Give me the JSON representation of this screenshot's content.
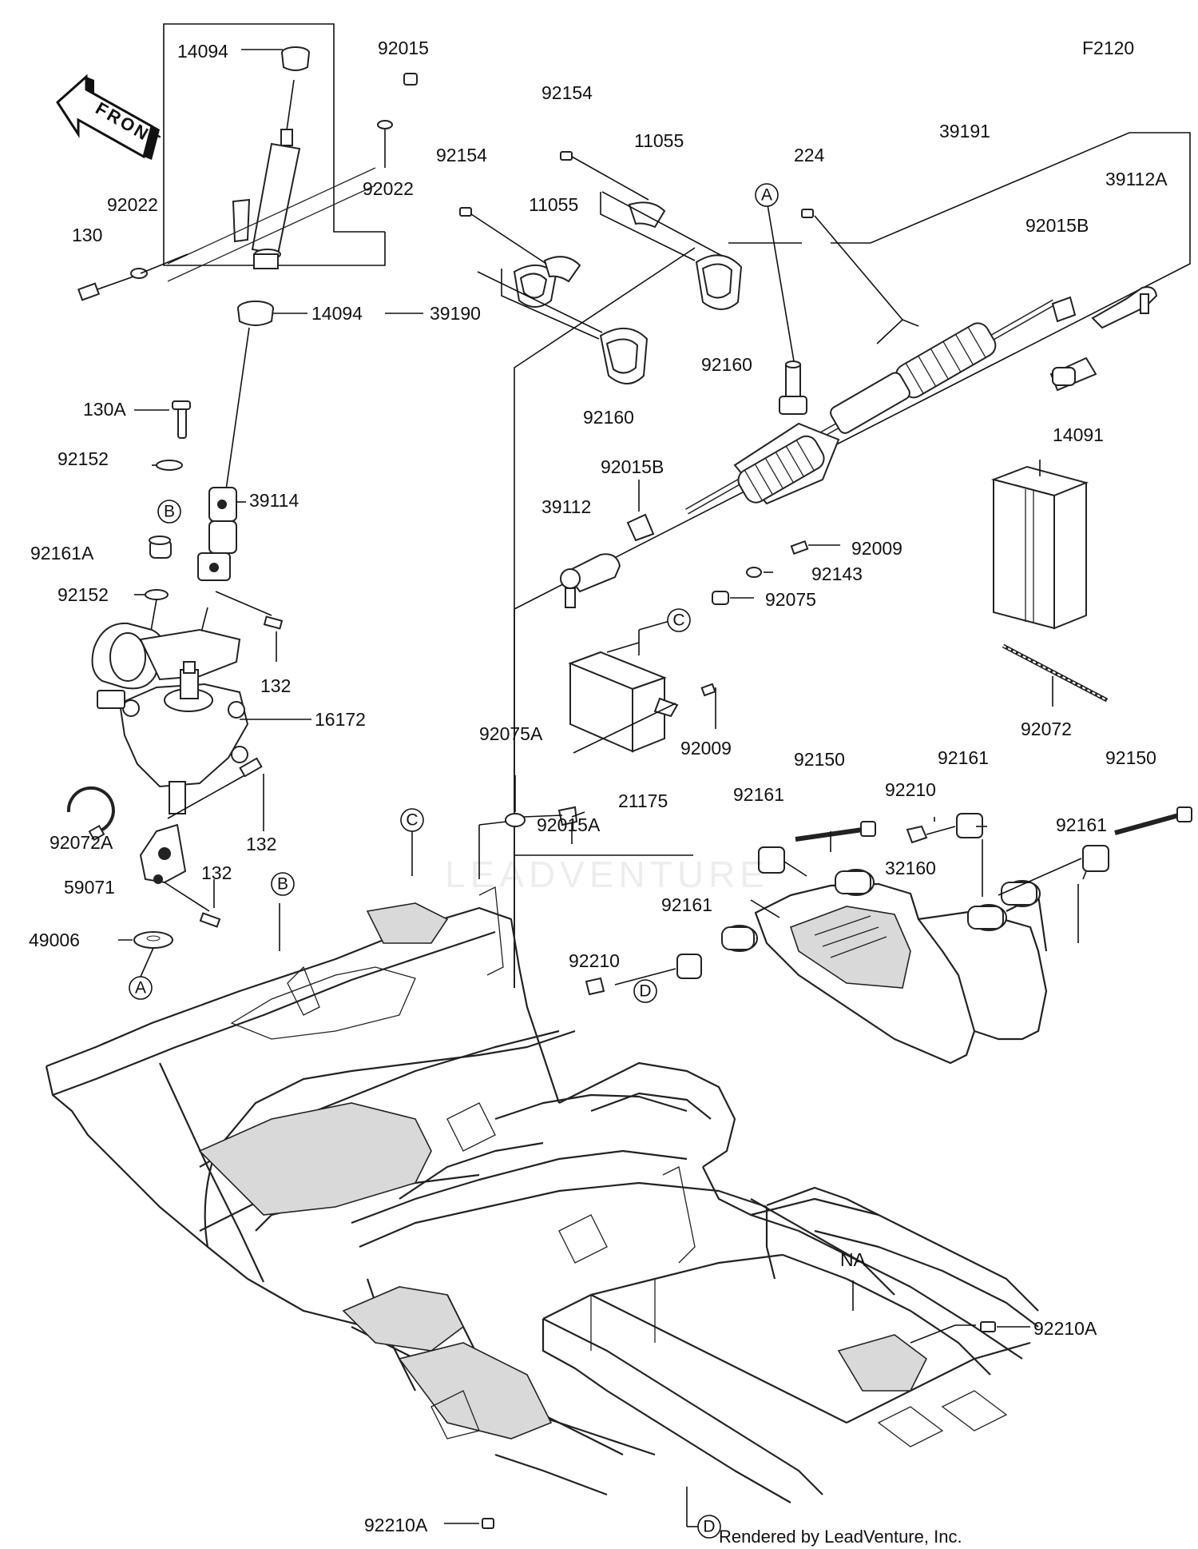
{
  "figure_code": "F2120",
  "front_label": "FRONT",
  "watermark": "LEADVENTURE",
  "credit": "Rendered by LeadVenture, Inc.",
  "refs": {
    "a": "A",
    "b": "B",
    "c": "C",
    "d": "D"
  },
  "parts": {
    "p14094_top": "14094",
    "p92015": "92015",
    "p92022_a": "92022",
    "p92022_b": "92022",
    "p130": "130",
    "p14094_bot": "14094",
    "p39190": "39190",
    "p130A": "130A",
    "p92152_a": "92152",
    "p92161A": "92161A",
    "p92152_b": "92152",
    "p39114": "39114",
    "p132_a": "132",
    "p16172": "16172",
    "p92072A": "92072A",
    "p132_b": "132",
    "p59071": "59071",
    "p132_c": "132",
    "p49006": "49006",
    "p92154_a": "92154",
    "p92154_b": "92154",
    "p11055_a": "11055",
    "p11055_b": "11055",
    "p92160_a": "92160",
    "p92160_b": "92160",
    "p224": "224",
    "p39191": "39191",
    "p39112A": "39112A",
    "p92015B_a": "92015B",
    "p92015B_b": "92015B",
    "p39112": "39112",
    "p14091": "14091",
    "p92009_a": "92009",
    "p92143": "92143",
    "p92075": "92075",
    "p92072": "92072",
    "p92009_b": "92009",
    "p92075A": "92075A",
    "p92015A": "92015A",
    "p21175": "21175",
    "p92150_a": "92150",
    "p92161_a": "92161",
    "p92210_a": "92210",
    "p92161_b": "92161",
    "p92150_b": "92150",
    "p92161_c": "92161",
    "p32160": "32160",
    "p92161_d": "92161",
    "p92210_b": "92210",
    "pNA": "NA",
    "p92210A_a": "92210A",
    "p92210A_b": "92210A"
  }
}
